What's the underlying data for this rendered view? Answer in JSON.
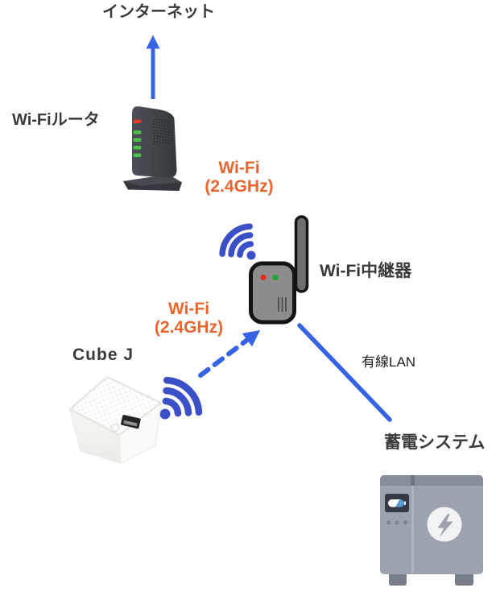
{
  "colors": {
    "connection_blue": "#3563E3",
    "wifi_blue": "#3B50C6",
    "label_orange": "#E8652F",
    "text_dark": "#3A3A3A",
    "text_plain": "#1F1F1F",
    "led_red": "#E0392E",
    "led_green": "#4CC147",
    "repeater_led_red": "#E02D20",
    "repeater_led_green": "#1DA53B",
    "repeater_gray": "#8C8C8C",
    "battery_gray": "#9CA3AE"
  },
  "labels": {
    "internet": "インターネット",
    "router": "Wi-Fiルータ",
    "repeater": "Wi-Fi中継器",
    "cube": "Cube J",
    "battery": "蓄電システム"
  },
  "links": {
    "router_repeater": {
      "line1": "Wi-Fi",
      "line2": "(2.4GHz)"
    },
    "cube_repeater": {
      "line1": "Wi-Fi",
      "line2": "(2.4GHz)"
    },
    "repeater_battery": {
      "label": "有線LAN"
    }
  },
  "icons": {
    "internet-arrow-icon": "blue upward arrow",
    "repeater-wifi-signal-icon": "blue wifi arcs radiating up-left",
    "cube-wifi-signal-icon": "blue wifi arcs radiating up-right",
    "dashed-wifi-arrow-icon": "blue dashed arrow pointing up-right",
    "wired-lan-line": "solid blue diagonal line",
    "router-icon": "dark wifi router with one red and four green LEDs",
    "repeater-icon": "gray wifi extender with antenna, red and green LEDs",
    "cube-device-icon": "white cube device with USB port",
    "battery-icon": "gray storage battery unit with status display",
    "lightning-icon": "lightning bolt in white circle"
  }
}
